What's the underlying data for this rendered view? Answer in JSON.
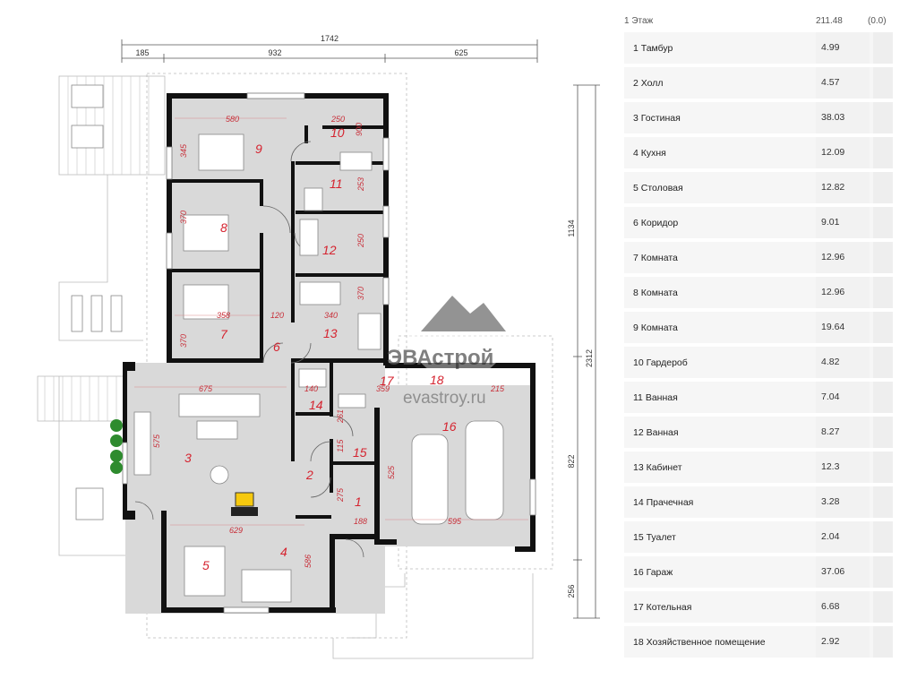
{
  "plan": {
    "dimensions": {
      "total_width": "1742",
      "seg_left": "185",
      "seg_mid": "932",
      "seg_right": "625",
      "vert_upper": "1134",
      "vert_total": "2312",
      "vert_mid": "822",
      "vert_bottom": "256"
    },
    "room_dims": [
      "580",
      "250",
      "900",
      "345",
      "253",
      "370",
      "250",
      "370",
      "358",
      "120",
      "340",
      "370",
      "675",
      "140",
      "359",
      "215",
      "575",
      "261",
      "115",
      "525",
      "275",
      "629",
      "188",
      "595",
      "586"
    ],
    "room_numbers": [
      "1",
      "2",
      "3",
      "4",
      "5",
      "6",
      "7",
      "8",
      "9",
      "10",
      "11",
      "12",
      "13",
      "14",
      "15",
      "16",
      "17",
      "18"
    ],
    "watermark": {
      "brand": "ЭВАстрой",
      "site": "evastroy.ru"
    }
  },
  "table": {
    "header": {
      "label": "1 Этаж",
      "total": "211.48",
      "extra": "(0.0)"
    },
    "rows": [
      {
        "name": "1 Тамбур",
        "area": "4.99"
      },
      {
        "name": "2 Холл",
        "area": "4.57"
      },
      {
        "name": "3 Гостиная",
        "area": "38.03"
      },
      {
        "name": "4 Кухня",
        "area": "12.09"
      },
      {
        "name": "5 Столовая",
        "area": "12.82"
      },
      {
        "name": "6 Коридор",
        "area": "9.01"
      },
      {
        "name": "7 Комната",
        "area": "12.96"
      },
      {
        "name": "8 Комната",
        "area": "12.96"
      },
      {
        "name": "9 Комната",
        "area": "19.64"
      },
      {
        "name": "10 Гардероб",
        "area": "4.82"
      },
      {
        "name": "11 Ванная",
        "area": "7.04"
      },
      {
        "name": "12 Ванная",
        "area": "8.27"
      },
      {
        "name": "13 Кабинет",
        "area": "12.3"
      },
      {
        "name": "14 Прачечная",
        "area": "3.28"
      },
      {
        "name": "15 Туалет",
        "area": "2.04"
      },
      {
        "name": "16 Гараж",
        "area": "37.06"
      },
      {
        "name": "17 Котельная",
        "area": "6.68"
      },
      {
        "name": "18 Хозяйственное помещение",
        "area": "2.92"
      }
    ]
  },
  "colors": {
    "wall": "#111111",
    "floor": "#d9d9d9",
    "room_number": "#d5232f",
    "dim_line": "#555555"
  }
}
